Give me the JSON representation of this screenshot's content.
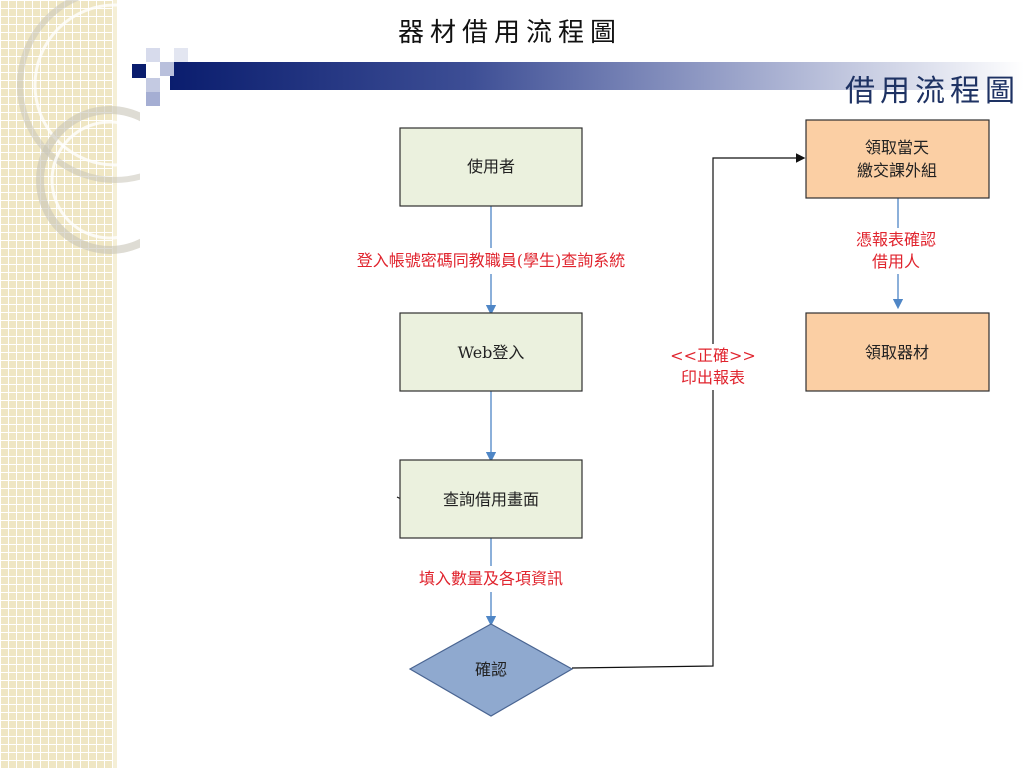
{
  "slide": {
    "title": "器材借用流程圖",
    "section_title": "借用流程圖"
  },
  "flow": {
    "nodes": {
      "user": "使用者",
      "web_login": "Web登入",
      "query_screen": "查詢借用畫面",
      "confirm": "確認",
      "receive_day_line1": "領取當天",
      "receive_day_line2": "繳交課外組",
      "receive_equipment": "領取器材"
    },
    "edges": {
      "login_info": "登入帳號密碼同教職員(學生)查詢系統",
      "fill_info": "填入數量及各項資訊",
      "correct_line1": "<<正確>>",
      "correct_line2": "印出報表",
      "verify_line1": "憑報表確認",
      "verify_line2": "借用人"
    }
  },
  "colors": {
    "process_fill": "#ebf1de",
    "process_stroke": "#2f2f2f",
    "decision_fill": "#8fa9cf",
    "decision_stroke": "#4a6592",
    "pickup_fill": "#fbcfa4",
    "arrow_blue": "#4f86c6",
    "label_red": "#e0242e"
  }
}
